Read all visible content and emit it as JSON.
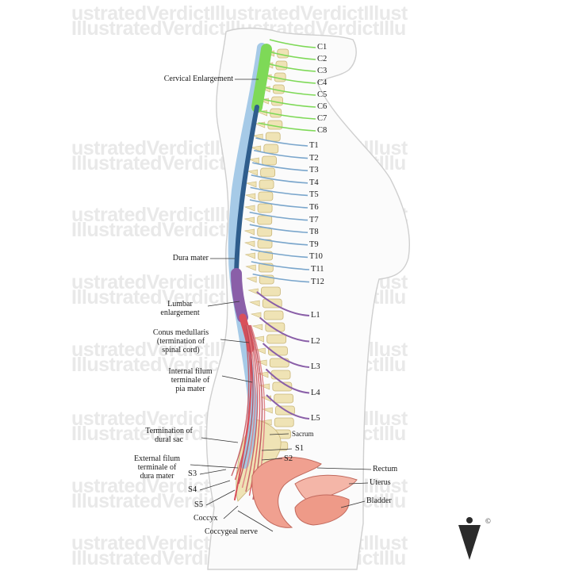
{
  "watermark": {
    "line_a": "ustratedVerdictIllustratedVerdictIllust",
    "line_b": "IllustratedVerdictIllustratedVerdictIllu"
  },
  "cervical_nerves": [
    "C1",
    "C2",
    "C3",
    "C4",
    "C5",
    "C6",
    "C7",
    "C8"
  ],
  "thoracic_nerves": [
    "T1",
    "T2",
    "T3",
    "T4",
    "T5",
    "T6",
    "T7",
    "T8",
    "T9",
    "T10",
    "T11",
    "T12"
  ],
  "lumbar_nerves": [
    "L1",
    "L2",
    "L3",
    "L4",
    "L5"
  ],
  "sacral_right": {
    "sacrum": "Sacrum",
    "s1": "S1",
    "s2": "S2"
  },
  "left_labels": {
    "cervical_enlargement": "Cervical Enlargement",
    "dura_mater": "Dura mater",
    "lumbar_enlargement": "Lumbar\nenlargement",
    "conus_medullaris": "Conus medullaris\n(termination of\nspinal cord)",
    "internal_filum": "Internal filum\nterminale of\npia mater",
    "termination_dural_sac": "Termination of\ndural sac",
    "external_filum": "External filum\nterminale of\ndura mater",
    "s3": "S3",
    "s4": "S4",
    "s5": "S5",
    "coccyx": "Coccyx",
    "coccygeal_nerve": "Coccygeal nerve"
  },
  "organ_labels": {
    "rectum": "Rectum",
    "uterus": "Uterus",
    "bladder": "Bladder"
  },
  "copyright_mark": "©",
  "colors": {
    "cervical": "#7ed957",
    "thoracic": "#7aa6cc",
    "lumbar": "#8a5fa8",
    "sacral": "#d9505a",
    "bone": "#efe3b5",
    "organ": "#f0a090"
  }
}
